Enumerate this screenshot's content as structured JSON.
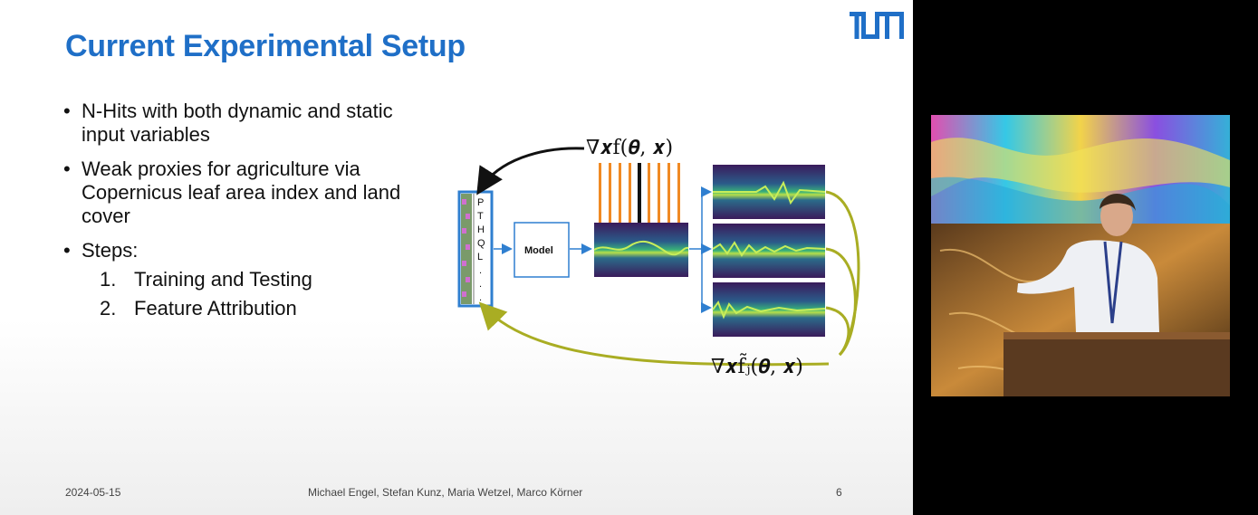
{
  "slide": {
    "title": "Current Experimental Setup",
    "logo_text": "TUM",
    "bullets": [
      "N-Hits with both dynamic and static input variables",
      "Weak proxies for agriculture via Copernicus leaf area index and land cover",
      "Steps:"
    ],
    "steps": [
      {
        "num": "1.",
        "label": "Training and Testing"
      },
      {
        "num": "2.",
        "label": "Feature Attribution"
      }
    ],
    "diagram": {
      "input_letters": [
        "P",
        "T",
        "H",
        "Q",
        "L",
        ".",
        ".",
        "."
      ],
      "model_label": "Model",
      "gradient_top": "∇𝒙f(𝜽, 𝒙)",
      "gradient_bottom": "∇𝒙f̃ⱼ(𝜽, 𝒙)"
    },
    "footer": {
      "date": "2024-05-15",
      "authors": "Michael Engel, Stefan Kunz, Maria Wetzel, Marco Körner",
      "page": "6"
    }
  },
  "colors": {
    "title_blue": "#1f6fc7",
    "diagram_blue": "#2f7fd0",
    "orange": "#f08a24",
    "olive": "#a9ad23",
    "viridis_dark": "#3b1a5a",
    "viridis_light": "#9be04a"
  }
}
